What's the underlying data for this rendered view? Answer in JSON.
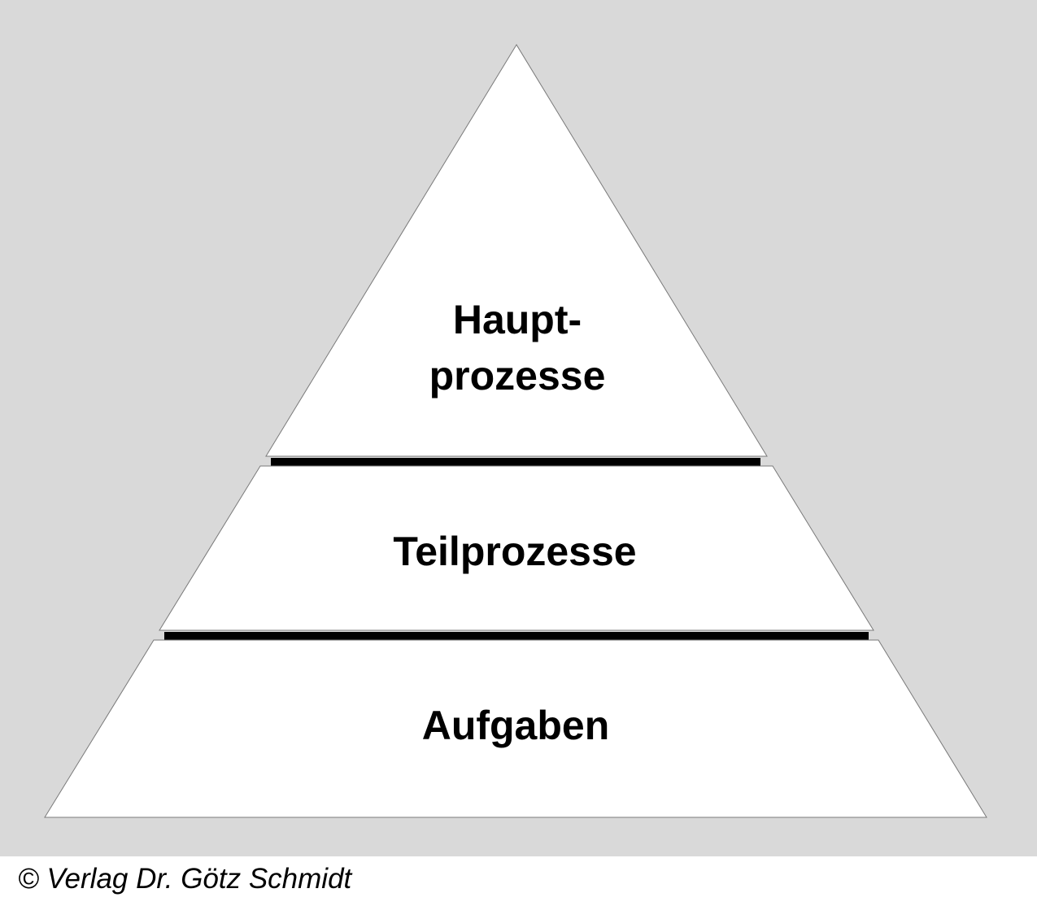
{
  "diagram": {
    "type": "pyramid",
    "levels": [
      {
        "label_lines": [
          "Haupt-",
          "prozesse"
        ]
      },
      {
        "label_lines": [
          "Teilprozesse"
        ]
      },
      {
        "label_lines": [
          "Aufgaben"
        ]
      }
    ]
  },
  "footer": {
    "copyright": "© Verlag Dr. Götz Schmidt"
  },
  "colors": {
    "background": "#d9d9d9",
    "segment_fill": "#ffffff",
    "separator": "#000000",
    "text": "#000000"
  }
}
